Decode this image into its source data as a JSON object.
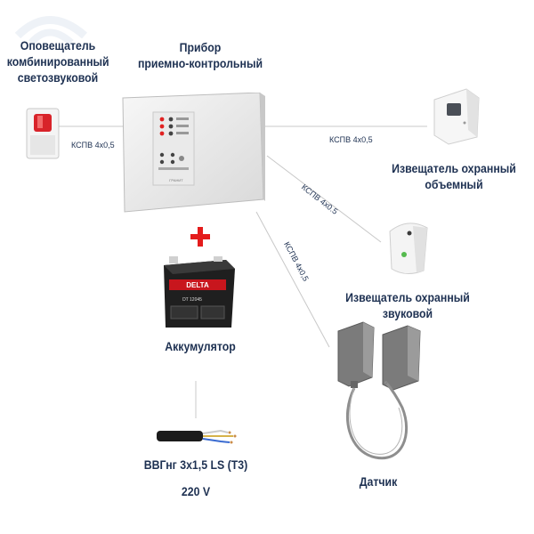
{
  "labels": {
    "siren": [
      "Оповещатель",
      "комбинированный",
      "светозвуковой"
    ],
    "panel": [
      "Прибор",
      "приемно-контрольный"
    ],
    "pir": [
      "Извещатель охранный",
      "объемный"
    ],
    "glass": "Извещатель охранный звуковой",
    "battery": "Аккумулятор",
    "power_cable": "ВВГнг 3х1,5 LS (Т3)",
    "voltage": "220 V",
    "sensor": "Датчик"
  },
  "cables": {
    "siren_panel": "КСПВ 4х0,5",
    "panel_pir": "КСПВ 4х0,5",
    "panel_glass": "КСПВ 4х0.5",
    "panel_sensor": "КСПВ 4х0,5"
  },
  "device_text": {
    "panel_model": "ГРАНИТ",
    "battery_brand": "DELTA",
    "battery_model": "DT 12045"
  },
  "colors": {
    "text": "#1e3152",
    "plus": "#e41c1c",
    "lines": "#c8c8c8"
  }
}
